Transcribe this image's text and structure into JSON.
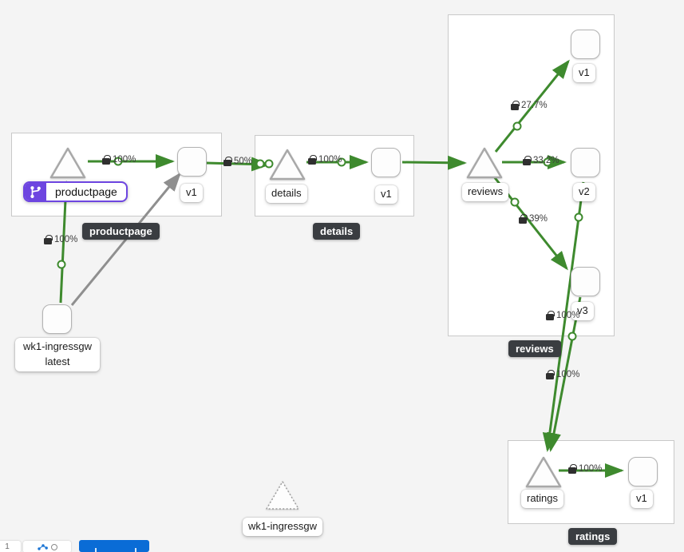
{
  "app": "service-mesh-graph",
  "colors": {
    "edge_green": "#3e8a2e",
    "edge_idle_gray": "#8f8f8f",
    "selected_purple": "#6d45e0",
    "primary_blue": "#0a6cd6",
    "group_badge_dark": "#3a3d41",
    "canvas_bg": "#f4f4f4"
  },
  "selected": {
    "label": "productpage"
  },
  "groups": [
    {
      "label": "productpage"
    },
    {
      "label": "details"
    },
    {
      "label": "reviews"
    },
    {
      "label": "ratings"
    }
  ],
  "nodes": {
    "productpage_service": {
      "label": "productpage",
      "shape": "triangle"
    },
    "productpage_v1": {
      "label": "v1",
      "shape": "square"
    },
    "details_service": {
      "label": "details",
      "shape": "triangle"
    },
    "details_v1": {
      "label": "v1",
      "shape": "square"
    },
    "reviews_service": {
      "label": "reviews",
      "shape": "triangle"
    },
    "reviews_v1": {
      "label": "v1",
      "shape": "square"
    },
    "reviews_v2": {
      "label": "v2",
      "shape": "square"
    },
    "reviews_v3": {
      "label": "v3",
      "shape": "square"
    },
    "ratings_service": {
      "label": "ratings",
      "shape": "triangle"
    },
    "ratings_v1": {
      "label": "v1",
      "shape": "square"
    },
    "ingress_workload": {
      "label_line1": "wk1-ingressgw",
      "label_line2": "latest",
      "shape": "square"
    },
    "idle_service": {
      "label": "wk1-ingressgw",
      "shape": "triangle-dashed"
    }
  },
  "edges": [
    {
      "from": "productpage",
      "to": "productpage-v1",
      "pct": "100%",
      "secure": true
    },
    {
      "from": "productpage-v1",
      "to": "details",
      "pct": "50%",
      "secure": true
    },
    {
      "from": "details",
      "to": "details-v1",
      "pct": "100%",
      "secure": true
    },
    {
      "from": "reviews",
      "to": "reviews-v1",
      "pct": "27.7%",
      "secure": true
    },
    {
      "from": "reviews",
      "to": "reviews-v2",
      "pct": "33.2%",
      "secure": true
    },
    {
      "from": "reviews",
      "to": "reviews-v3",
      "pct": "39%",
      "secure": true
    },
    {
      "from": "reviews-v3",
      "to": "ratings",
      "pct": "100%",
      "secure": true
    },
    {
      "from": "reviews-v2",
      "to": "ratings",
      "pct": "100%",
      "secure": true
    },
    {
      "from": "ratings",
      "to": "ratings-v1",
      "pct": "100%",
      "secure": true
    },
    {
      "from": "wk1-ingressgw",
      "to": "productpage",
      "pct": "100%",
      "secure": true
    }
  ],
  "toolbar": {
    "fragment_text": "1"
  }
}
